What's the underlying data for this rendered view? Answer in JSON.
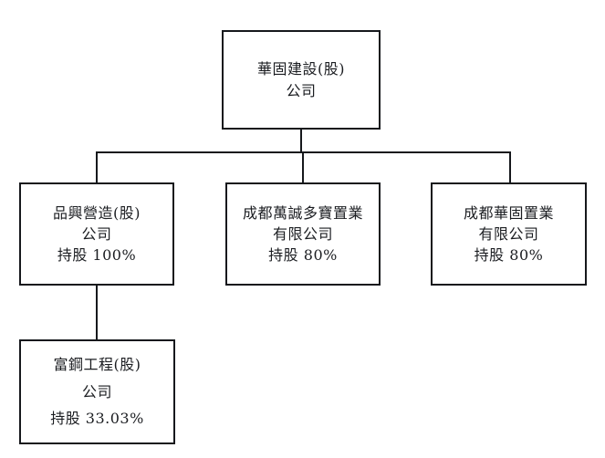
{
  "diagram": {
    "type": "organization-chart",
    "orientation": "top-down",
    "colors": {
      "box_border": "#16181c",
      "text": "#1b1d21",
      "background": "#ffffff",
      "connector": "#16181c"
    },
    "nodes": {
      "root": {
        "name": "華固建設(股)",
        "name_line2": "公司",
        "ownership": ""
      },
      "pinxing": {
        "name": "品興營造(股)",
        "name_line2": "公司",
        "ownership": "持股 100%"
      },
      "wancheng": {
        "name": "成都萬誠多寶置業",
        "name_line2": "有限公司",
        "ownership": "持股 80%"
      },
      "chengdu_huaku": {
        "name": "成都華固置業",
        "name_line2": "有限公司",
        "ownership": "持股 80%"
      },
      "fugang": {
        "name": "富鋼工程(股)",
        "name_line2": "公司",
        "ownership": "持股 33.03%"
      }
    },
    "edges": [
      {
        "from": "root",
        "to": "pinxing"
      },
      {
        "from": "root",
        "to": "wancheng"
      },
      {
        "from": "root",
        "to": "chengdu_huaku"
      },
      {
        "from": "pinxing",
        "to": "fugang"
      }
    ]
  }
}
